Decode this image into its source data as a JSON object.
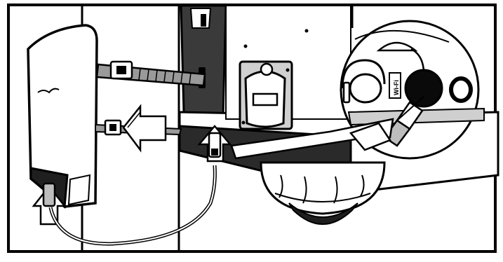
{
  "labels": {
    "wifi": "Wi-Fi"
  },
  "colors": {
    "ink": "#000000",
    "paper": "#ffffff",
    "shade": "#bdbdbd",
    "dark_shade": "#555555"
  },
  "icons": [
    "access-point",
    "mounting-strap",
    "cable-tie",
    "insert-arrow",
    "ethernet-cable",
    "wall-outlet",
    "dome-camera",
    "router-ports"
  ]
}
